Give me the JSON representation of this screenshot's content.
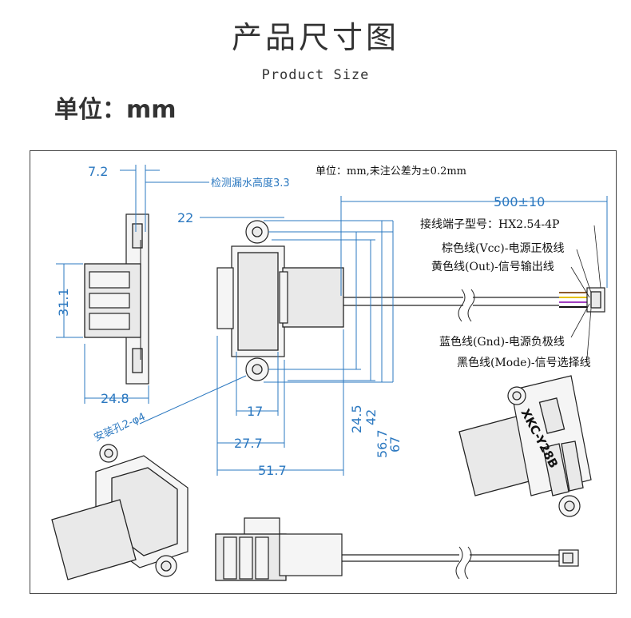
{
  "header": {
    "title": "产品尺寸图",
    "subtitle": "Product Size",
    "unit": "单位：mm"
  },
  "drawing": {
    "note": "单位：mm,未注公差为±0.2mm",
    "dims": {
      "d7_2": "7.2",
      "d22": "22",
      "d31_1": "31.1",
      "d24_8": "24.8",
      "d17": "17",
      "d27_7": "27.7",
      "d51_7": "51.7",
      "d24_5": "24.5",
      "d42": "42",
      "d56_7": "56.7",
      "d67": "67",
      "d500": "500±10"
    },
    "labels": {
      "leak_height": "检测漏水高度3.3",
      "mount_hole": "安装孔2-φ4",
      "connector": "接线端子型号：HX2.54-4P",
      "brown": "棕色线(Vcc)-电源正极线",
      "yellow": "黄色线(Out)-信号输出线",
      "blue": "蓝色线(Gnd)-电源负极线",
      "black": "黑色线(Mode)-信号选择线",
      "model": "XKC-Y28B"
    },
    "colors": {
      "dimension": "#2b78c0",
      "wire_brown": "#8b5a2b",
      "wire_yellow": "#e6c200",
      "wire_blue": "#3a5ddc",
      "wire_black": "#111111",
      "wire_purple": "#a040c0"
    }
  }
}
